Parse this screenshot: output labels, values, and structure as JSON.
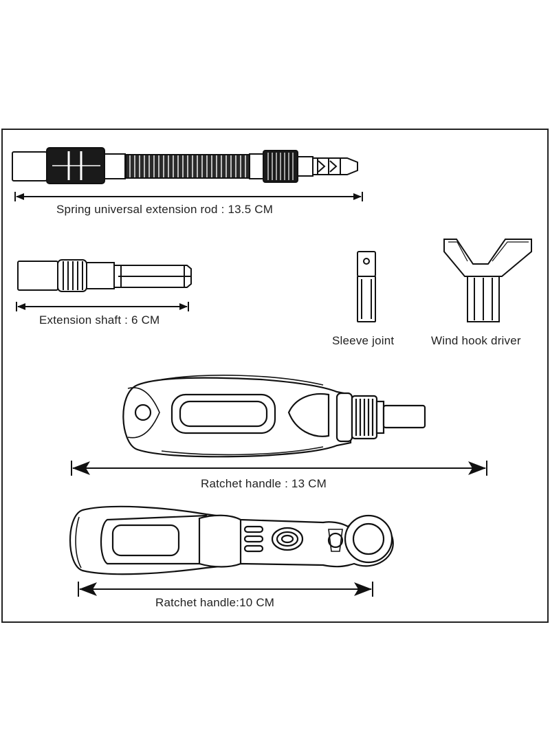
{
  "labels": {
    "spring_rod": "Spring universal extension rod : 13.5 CM",
    "extension_shaft": "Extension shaft : 6 CM",
    "sleeve_joint": "Sleeve joint",
    "wind_hook_driver": "Wind hook driver",
    "ratchet_13": "Ratchet handle : 13 CM",
    "ratchet_10": "Ratchet handle:10 CM"
  }
}
